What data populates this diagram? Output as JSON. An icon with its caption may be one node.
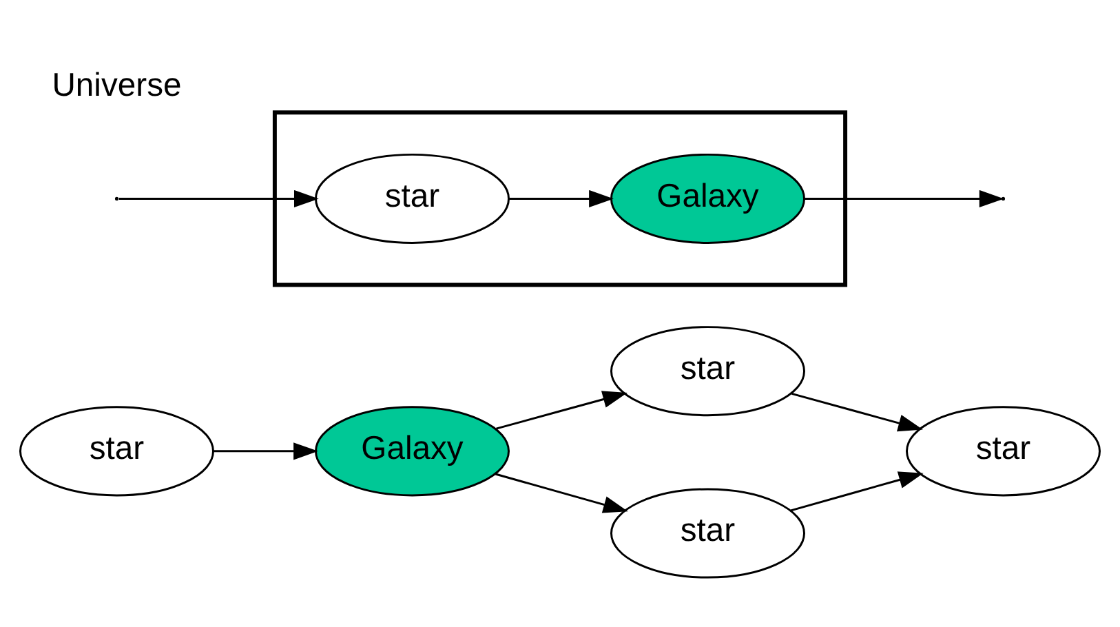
{
  "diagram": {
    "nodes": [
      {
        "text": [
          "star"
        ]
      },
      {
        "text": [
          "Galaxy"
        ]
      },
      {
        "text": [
          "star"
        ]
      },
      {
        "text": [
          "star"
        ]
      },
      {
        "text": [
          "star"
        ]
      },
      {
        "text": [],
        "shape": "box"
      },
      {
        "text": [
          "star"
        ],
        "in": 5
      },
      {
        "text": [
          "Galaxy"
        ],
        "in": 5
      }
    ],
    "edges": [
      {
        "from": 0,
        "to": 1,
        "arrow": "to"
      },
      {
        "from": 1,
        "to": 2,
        "arrow": "to"
      },
      {
        "from": 2,
        "to": 4,
        "arrow": "to"
      },
      {
        "from": 1,
        "to": 3,
        "arrow": "to"
      },
      {
        "from": 3,
        "to": 4,
        "arrow": "to"
      },
      {
        "from": null,
        "to": 6,
        "arrow": "to"
      },
      {
        "from": 6,
        "to": 7,
        "arrow": "to"
      },
      {
        "from": 7,
        "to": null,
        "arrow": "to"
      }
    ],
    "labels": [
      "Universe"
    ]
  }
}
